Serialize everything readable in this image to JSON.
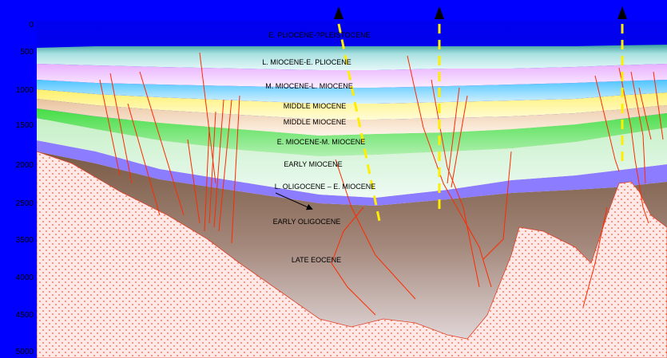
{
  "colors": {
    "background": "#0000ff",
    "water": "#1010d8",
    "basement": "#ffe6e6",
    "basement_dots": "#ff5a2a",
    "fault": "#ff2a00",
    "well": "#ffff00",
    "early_oligocene_late_eocene": "#8b6a55",
    "l_oligocene_e_miocene": "#8c7cff",
    "early_miocene": "#d8f0d8",
    "e_miocene_m_miocene": "#66e866",
    "middle_miocene_lower": "#f3d7b2",
    "middle_miocene_upper": "#fff59a",
    "m_miocene_l_miocene": "#78d6ff",
    "l_miocene_e_pliocene": "#f2c6ff",
    "e_pliocene_pleistocene": "#b8e6e6"
  },
  "depth_axis": {
    "ticks": [
      "0",
      "500",
      "1000",
      "1500",
      "2000",
      "2500",
      "3500",
      "4000",
      "4500",
      "5000"
    ]
  },
  "formations": {
    "f1": "E. PLIOCENE-?PLEISTOCENE",
    "f2": "L. MIOCENE-E. PLIOCENE",
    "f3": "M. MIOCENE-L. MIOCENE",
    "f4": "MIDDLE MIOCENE",
    "f5": "MIDDLE MIOCENE",
    "f6": "E. MIOCENE-M. MIOCENE",
    "f7": "EARLY MIOCENE",
    "f8": "L. OLIGOCENE – E. MIOCENE",
    "f9": "EARLY OLIGOCENE",
    "f10": "LATE EOCENE"
  }
}
